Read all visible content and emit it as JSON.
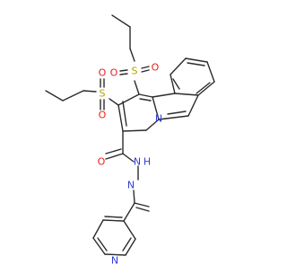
{
  "molecule": {
    "atom_labels": {
      "s1": "S",
      "o1a": "O",
      "o1b": "O",
      "s2": "S",
      "o2a": "O",
      "o2b": "O",
      "n_ring": "N",
      "o_amide": "O",
      "nh": "N",
      "h": "H",
      "n_imine": "N",
      "n_pyridine": "N"
    },
    "colors": {
      "bond": "#2b2b2b",
      "sulfur": "#b5a200",
      "oxygen": "#e8201a",
      "nitrogen": "#2f3cdb",
      "carbon_text": "#2b2b2b"
    }
  }
}
